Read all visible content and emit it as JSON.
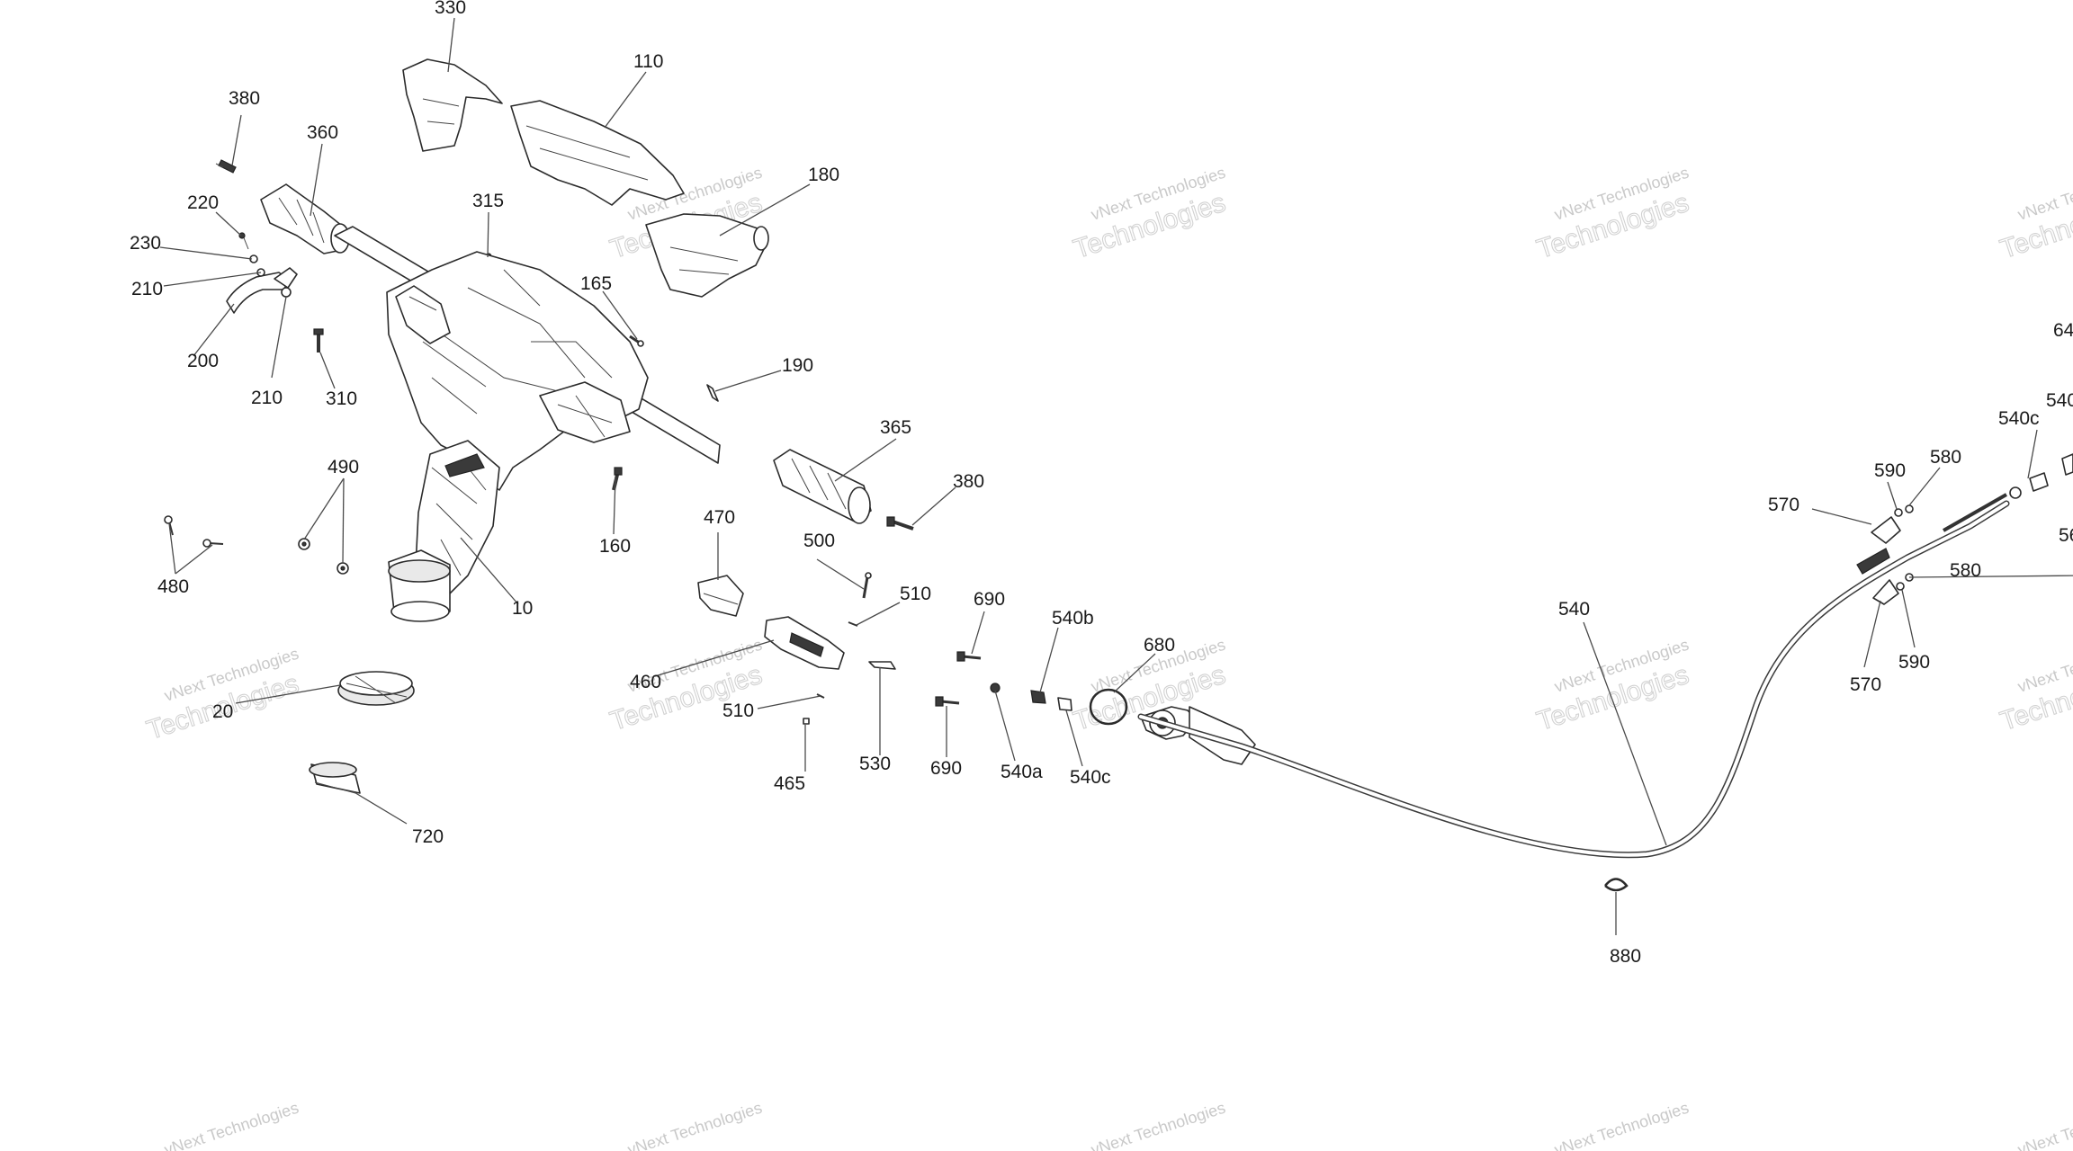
{
  "watermark": {
    "line1": "vNext Technologies",
    "line2": "Technologies"
  },
  "labels": {
    "l330": "330",
    "l110": "110",
    "l380a": "380",
    "l360": "360",
    "l180": "180",
    "l220": "220",
    "l230": "230",
    "l210a": "210",
    "l200": "200",
    "l210b": "210",
    "l310": "310",
    "l315": "315",
    "l165": "165",
    "l190": "190",
    "l365": "365",
    "l380b": "380",
    "l490": "490",
    "l480": "480",
    "l160": "160",
    "l10": "10",
    "l470": "470",
    "l500": "500",
    "l510a": "510",
    "l690a": "690",
    "l540b": "540b",
    "l680": "680",
    "l460": "460",
    "l510b": "510",
    "l530": "530",
    "l690b": "690",
    "l540a": "540a",
    "l540c_a": "540c",
    "l465": "465",
    "l20": "20",
    "l720": "720",
    "l540": "540",
    "l880": "880",
    "l570a": "570",
    "l590a": "590",
    "l580a": "580",
    "l540c_b": "540c",
    "l580b": "580",
    "l570b": "570",
    "l590b": "590",
    "l640": "64",
    "l540r": "540",
    "l560": "56"
  }
}
